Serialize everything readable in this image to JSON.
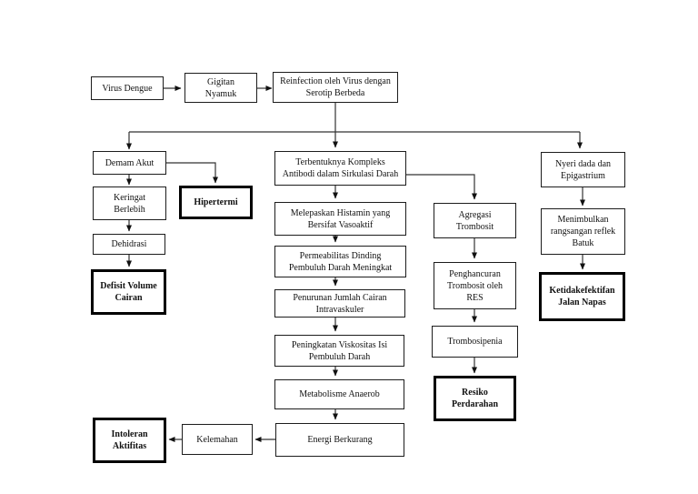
{
  "colors": {
    "background": "#ffffff",
    "box_border": "#1c1c1c",
    "emphasis_border": "#000000",
    "line": "#333333",
    "arrowhead": "#111111",
    "text": "#111111"
  },
  "nodes": {
    "virus_dengue": {
      "label": "Virus Dengue",
      "emphasis": false
    },
    "gigitan_nyamuk": {
      "label": "Gigitan\nNyamuk",
      "emphasis": false
    },
    "reinfection": {
      "label": "Reinfection oleh Virus dengan\nSerotip Berbeda",
      "emphasis": false
    },
    "demam_akut": {
      "label": "Demam Akut",
      "emphasis": false
    },
    "keringat_berlebih": {
      "label": "Keringat\nBerlebih",
      "emphasis": false
    },
    "dehidrasi": {
      "label": "Dehidrasi",
      "emphasis": false
    },
    "defisit_volume": {
      "label": "Defisit Volume\nCairan",
      "emphasis": true
    },
    "hipertermi": {
      "label": "Hipertermi",
      "emphasis": true
    },
    "terbentuknya": {
      "label": "Terbentuknya Kompleks\nAntibodi dalam Sirkulasi Darah",
      "emphasis": false
    },
    "melepaskan": {
      "label": "Melepaskan Histamin yang\nBersifat Vasoaktif",
      "emphasis": false
    },
    "permeabilitas": {
      "label": "Permeabilitas Dinding\nPembuluh Darah Meningkat",
      "emphasis": false
    },
    "penurunan": {
      "label": "Penurunan Jumlah Cairan\nIntravaskuler",
      "emphasis": false
    },
    "peningkatan": {
      "label": "Peningkatan Viskositas Isi\nPembuluh Darah",
      "emphasis": false
    },
    "metabolisme": {
      "label": "Metabolisme Anaerob",
      "emphasis": false
    },
    "energi": {
      "label": "Energi Berkurang",
      "emphasis": false
    },
    "kelemahan": {
      "label": "Kelemahan",
      "emphasis": false
    },
    "intoleran": {
      "label": "Intoleran\nAktifitas",
      "emphasis": true
    },
    "agregasi": {
      "label": "Agregasi\nTrombosit",
      "emphasis": false
    },
    "penghancuran": {
      "label": "Penghancuran\nTrombosit oleh\nRES",
      "emphasis": false
    },
    "trombosipenia": {
      "label": "Trombosipenia",
      "emphasis": false
    },
    "resiko": {
      "label": "Resiko\nPerdarahan",
      "emphasis": true
    },
    "nyeri": {
      "label": "Nyeri dada dan\nEpigastrium",
      "emphasis": false
    },
    "menimbulkan": {
      "label": "Menimbulkan\nrangsangan reflek\nBatuk",
      "emphasis": false
    },
    "ketidakefektifan": {
      "label": "Ketidakefektifan\nJalan Napas",
      "emphasis": true
    }
  }
}
